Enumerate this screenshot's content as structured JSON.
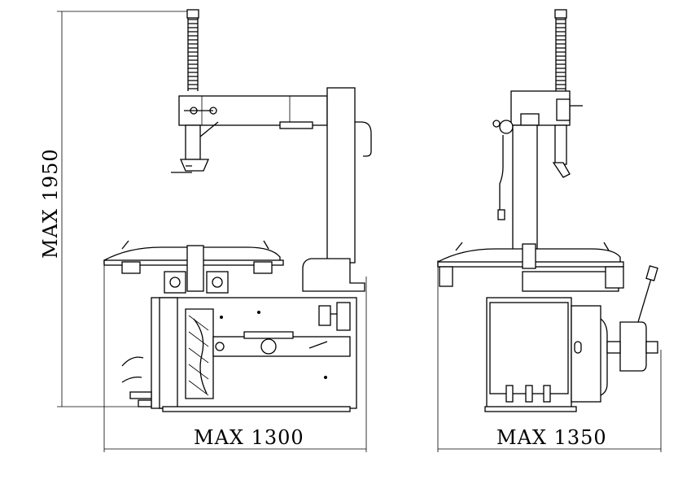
{
  "dimensions": {
    "height_label": "MAX 1950",
    "width_side_label": "MAX 1300",
    "width_front_label": "MAX 1350"
  },
  "views": {
    "side": {
      "icon": "tyre-changer-side-view-icon"
    },
    "front": {
      "icon": "tyre-changer-front-view-icon"
    }
  }
}
